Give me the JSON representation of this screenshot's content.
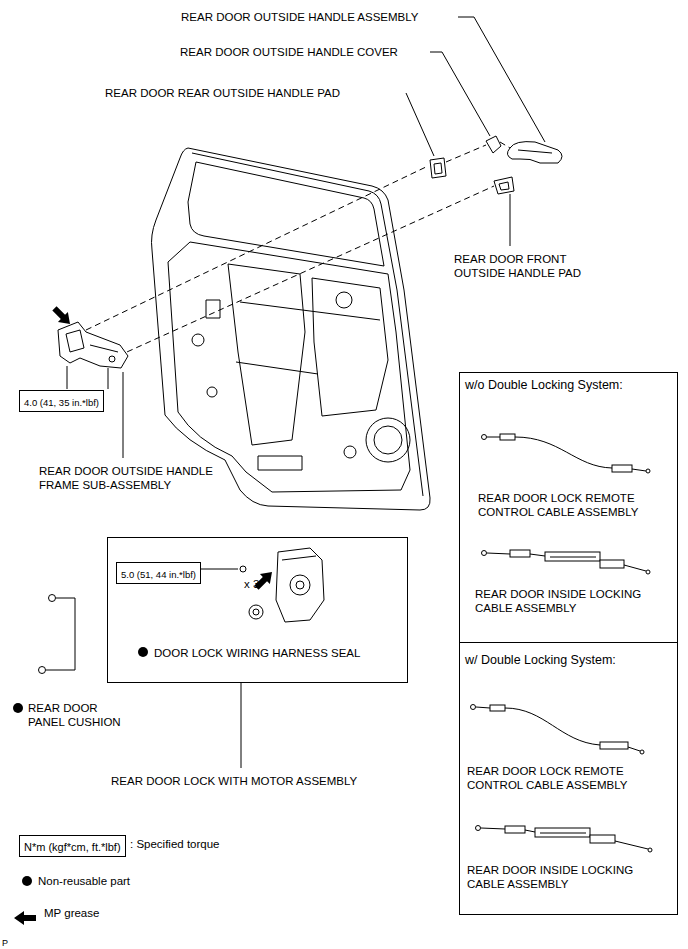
{
  "diagram": {
    "nodes": [
      {
        "text": [
          "4.0 (41, 35 in.*lbf)"
        ]
      },
      {
        "text": [
          "x 3",
          "DOOR LOCK WIRING HARNESS SEAL"
        ]
      },
      {
        "text": [
          "5.0 (51, 44 in.*lbf)"
        ],
        "in": 1
      },
      {
        "text": [
          "w/o Double Locking System:",
          "REAR DOOR LOCK REMOTE CONTROL CABLE ASSEMBLY",
          "REAR DOOR INSIDE LOCKING CABLE ASSEMBLY"
        ]
      },
      {
        "text": [
          "w/ Double Locking System:",
          "REAR DOOR LOCK REMOTE CONTROL CABLE ASSEMBLY",
          "REAR DOOR INSIDE LOCKING CABLE ASSEMBLY"
        ]
      },
      {
        "text": [
          "N*m (kgf*cm, ft.*lbf)"
        ]
      }
    ],
    "labels": [
      "REAR DOOR OUTSIDE HANDLE ASSEMBLY",
      "REAR DOOR OUTSIDE HANDLE COVER",
      "REAR DOOR REAR OUTSIDE HANDLE PAD",
      "REAR DOOR FRONT OUTSIDE HANDLE PAD",
      "REAR DOOR OUTSIDE HANDLE FRAME SUB-ASSEMBLY",
      "REAR DOOR PANEL CUSHION",
      "REAR DOOR LOCK WITH MOTOR ASSEMBLY",
      "P"
    ],
    "legend": [
      {
        "text": ": Specified torque"
      },
      {
        "text": "Non-reusable part"
      },
      {
        "text": "MP grease"
      }
    ]
  }
}
